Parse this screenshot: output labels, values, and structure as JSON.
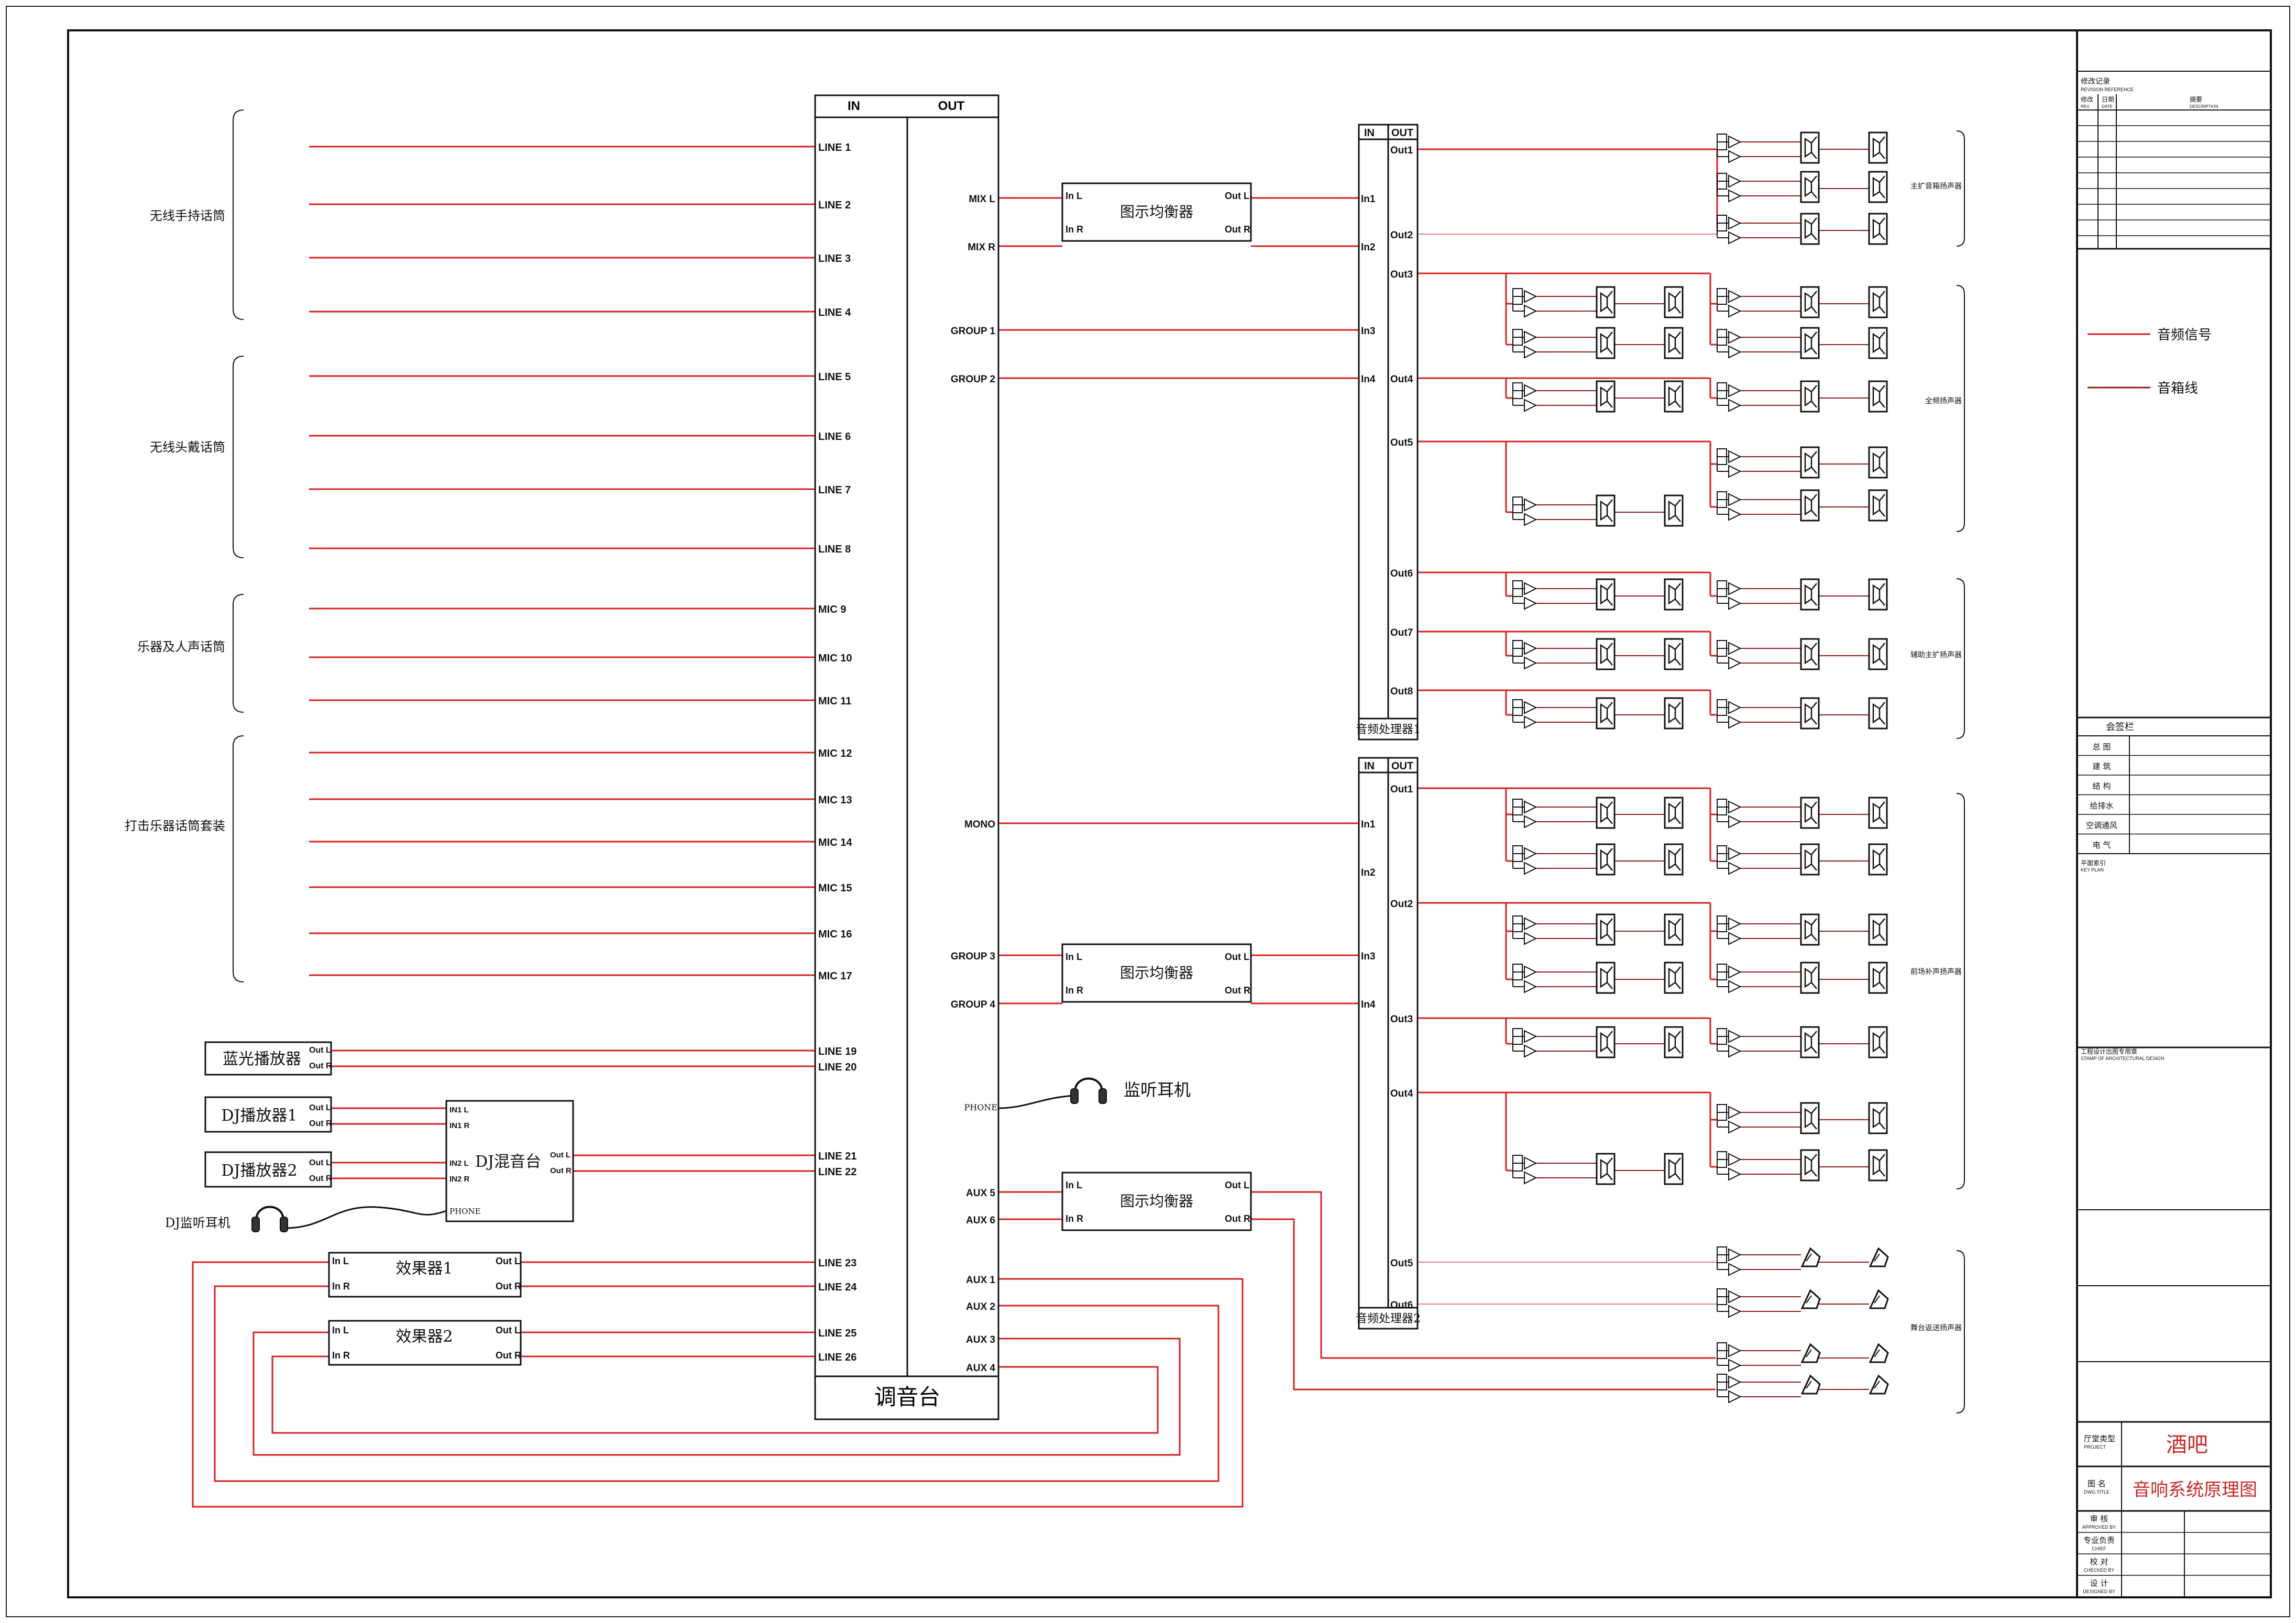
{
  "colors": {
    "signal": "#d42020",
    "speaker": "#8b1a1a",
    "ink": "#111111",
    "title": "#c62828"
  },
  "mixer": {
    "in": "IN",
    "out": "OUT",
    "name": "调音台"
  },
  "inputs": [
    {
      "label": "LINE 1",
      "icon": "handheld-mic-icon"
    },
    {
      "label": "LINE 2",
      "icon": "handheld-mic-icon"
    },
    {
      "label": "LINE 3",
      "icon": "handheld-mic-icon"
    },
    {
      "label": "LINE 4",
      "icon": "handheld-mic-icon"
    },
    {
      "label": "LINE 5",
      "icon": "headset-mic-icon"
    },
    {
      "label": "LINE 6",
      "icon": "headset-mic-icon"
    },
    {
      "label": "LINE 7",
      "icon": "headset-mic-icon"
    },
    {
      "label": "LINE 8",
      "icon": "headset-mic-icon"
    },
    {
      "label": "MIC 9",
      "icon": "instrument-mic-icon"
    },
    {
      "label": "MIC 10",
      "icon": "instrument-mic-icon"
    },
    {
      "label": "MIC 11",
      "icon": "instrument-mic-icon"
    },
    {
      "label": "MIC 12",
      "icon": "instrument-mic-icon"
    },
    {
      "label": "MIC 13",
      "icon": "instrument-mic-icon"
    },
    {
      "label": "MIC 14",
      "icon": "instrument-mic-icon"
    },
    {
      "label": "MIC 15",
      "icon": "instrument-mic-icon"
    },
    {
      "label": "MIC 16",
      "icon": "instrument-mic-icon"
    },
    {
      "label": "MIC 17",
      "icon": "instrument-mic-icon"
    }
  ],
  "input_groups": [
    "无线手持话筒",
    "无线头戴话筒",
    "乐器及人声话筒",
    "打击乐器话筒套装"
  ],
  "bluray": {
    "name": "蓝光播放器",
    "out_l": "Out L",
    "out_r": "Out R",
    "line_a": "LINE 19",
    "line_b": "LINE 20"
  },
  "dj1": {
    "name": "DJ播放器1",
    "out_l": "Out L",
    "out_r": "Out R"
  },
  "dj2": {
    "name": "DJ播放器2",
    "out_l": "Out L",
    "out_r": "Out R"
  },
  "djmixer": {
    "name": "DJ混音台",
    "in1l": "IN1 L",
    "in1r": "IN1 R",
    "in2l": "IN2 L",
    "in2r": "IN2 R",
    "out_l": "Out L",
    "out_r": "Out R",
    "phone": "PHONE",
    "line_a": "LINE 21",
    "line_b": "LINE 22"
  },
  "dj_headphone": "DJ监听耳机",
  "fx1": {
    "name": "效果器1",
    "in_l": "In L",
    "in_r": "In R",
    "out_l": "Out L",
    "out_r": "Out R",
    "line_a": "LINE 23",
    "line_b": "LINE 24"
  },
  "fx2": {
    "name": "效果器2",
    "in_l": "In L",
    "in_r": "In R",
    "out_l": "Out L",
    "out_r": "Out R",
    "line_a": "LINE 25",
    "line_b": "LINE 26"
  },
  "mixer_outs": {
    "mix_l": "MIX L",
    "mix_r": "MIX R",
    "group1": "GROUP 1",
    "group2": "GROUP 2",
    "mono": "MONO",
    "group3": "GROUP 3",
    "group4": "GROUP 4",
    "phone": "PHONE",
    "aux5": "AUX 5",
    "aux6": "AUX 6",
    "aux1": "AUX 1",
    "aux2": "AUX 2",
    "aux3": "AUX 3",
    "aux4": "AUX 4"
  },
  "eq": {
    "name": "图示均衡器",
    "in_l": "In L",
    "in_r": "In R",
    "out_l": "Out L",
    "out_r": "Out R"
  },
  "monitor_headphone": "监听耳机",
  "processor1": {
    "name": "音频处理器1",
    "in": "IN",
    "out": "OUT",
    "ins": [
      "In1",
      "In2",
      "In3",
      "In4"
    ],
    "outs": [
      "Out1",
      "Out2",
      "Out3",
      "Out4",
      "Out5",
      "Out6",
      "Out7",
      "Out8"
    ]
  },
  "processor2": {
    "name": "音频处理器2",
    "in": "IN",
    "out": "OUT",
    "ins": [
      "In1",
      "In2",
      "In3",
      "In4"
    ],
    "outs": [
      "Out1",
      "Out2",
      "Out3",
      "Out4",
      "Out5",
      "Out6"
    ]
  },
  "zone_labels": [
    "主扩音箱扬声器",
    "全频扬声器",
    "辅助主扩扬声器",
    "前场补声扬声器",
    "舞台返送扬声器"
  ],
  "legend": {
    "signal": "音频信号",
    "speaker": "音箱线"
  },
  "titleblock": {
    "revision": "修改记录",
    "revision_en": "REVISION REFERENCE",
    "rev_cols": [
      "修改",
      "日期",
      "摘要"
    ],
    "rev_cols_en": [
      "REV.",
      "DATE",
      "DESCRIPTION"
    ],
    "sign": "会签栏",
    "sign_rows": [
      "总 图",
      "建 筑",
      "结 构",
      "给排水",
      "空调通风",
      "电 气"
    ],
    "keyplan": "平面索引",
    "keyplan_en": "KEY PLAN",
    "stamp": "工程设计出图专用章",
    "stamp_en": "STAMP OF ARCHITECTURAL DESIGN",
    "project_label": "厅堂类型",
    "project_label_en": "PROJECT",
    "project": "酒吧",
    "title_label": "图 名",
    "title_label_en": "DWG.TITLE",
    "title": "音响系统原理图",
    "roles": [
      {
        "cn": "审 核",
        "en": "APPROVED BY"
      },
      {
        "cn": "专业负责",
        "en": "CHIEF"
      },
      {
        "cn": "校 对",
        "en": "CHECKED BY"
      },
      {
        "cn": "设 计",
        "en": "DESIGNED BY"
      }
    ]
  }
}
